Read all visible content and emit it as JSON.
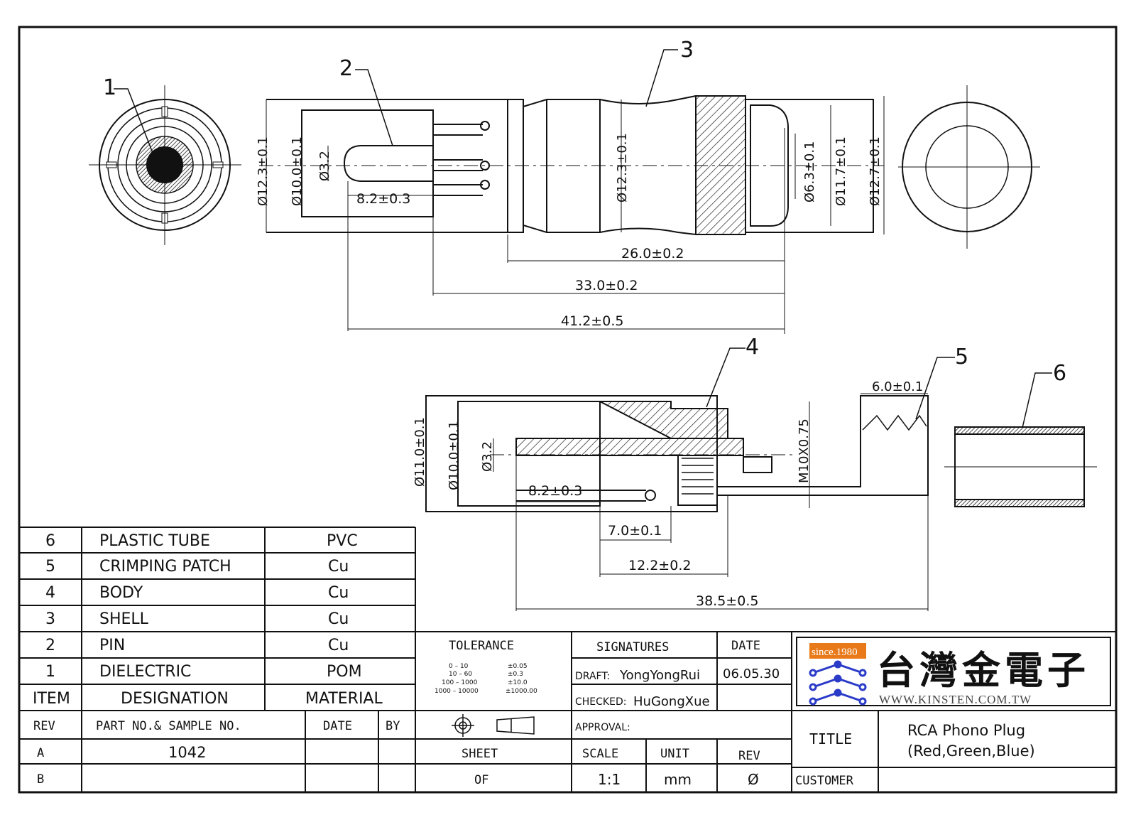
{
  "balloons": [
    "1",
    "2",
    "3",
    "4",
    "5",
    "6"
  ],
  "dims_top": {
    "d12_3_left": "Ø12.3±0.1",
    "d10_0": "Ø10.0±0.1",
    "d3_2": "Ø3.2",
    "len8_2": "8.2±0.3",
    "d12_3_mid": "Ø12.3±0.1",
    "d6_3": "Ø6.3±0.1",
    "d11_7": "Ø11.7±0.1",
    "d12_7": "Ø12.7±0.1",
    "len26": "26.0±0.2",
    "len33": "33.0±0.2",
    "len41": "41.2±0.5"
  },
  "dims_bottom": {
    "d11_0": "Ø11.0±0.1",
    "d10_0": "Ø10.0±0.1",
    "d3_2": "Ø3.2",
    "len8_2": "8.2±0.3",
    "len7_0": "7.0±0.1",
    "len12_2": "12.2±0.2",
    "len38_5": "38.5±0.5",
    "thread": "M10X0.75",
    "len6_0": "6.0±0.1"
  },
  "bom": {
    "rows": [
      {
        "item": "6",
        "designation": "PLASTIC TUBE",
        "material": "PVC"
      },
      {
        "item": "5",
        "designation": "CRIMPING PATCH",
        "material": "Cu"
      },
      {
        "item": "4",
        "designation": "BODY",
        "material": "Cu"
      },
      {
        "item": "3",
        "designation": "SHELL",
        "material": "Cu"
      },
      {
        "item": "2",
        "designation": "PIN",
        "material": "Cu"
      },
      {
        "item": "1",
        "designation": "DIELECTRIC",
        "material": "POM"
      }
    ],
    "header": {
      "item": "ITEM",
      "designation": "DESIGNATION",
      "material": "MATERIAL"
    }
  },
  "rev_table": {
    "header": {
      "rev": "REV",
      "part": "PART NO.& SAMPLE NO.",
      "date": "DATE",
      "by": "BY"
    },
    "rows": [
      {
        "rev": "A",
        "part": "1042",
        "date": "",
        "by": ""
      },
      {
        "rev": "B",
        "part": "",
        "date": "",
        "by": ""
      }
    ]
  },
  "tolerance": {
    "title": "TOLERANCE",
    "ranges": [
      "0 – 10",
      "10 – 60",
      "100 – 1000",
      "1000 – 10000"
    ],
    "values": [
      "±0.05",
      "±0.3",
      "±10.0",
      "±1000.00"
    ],
    "sheet": "SHEET",
    "of": "OF"
  },
  "signatures": {
    "title": "SIGNATURES",
    "date_label": "DATE",
    "draft_label": "DRAFT:",
    "draft_name": "YongYongRui",
    "draft_date": "06.05.30",
    "checked_label": "CHECKED:",
    "checked_name": "HuGongXue",
    "approval_label": "APPROVAL:"
  },
  "scale_block": {
    "scale_label": "SCALE",
    "unit_label": "UNIT",
    "rev_label": "REV",
    "scale": "1:1",
    "unit": "mm",
    "rev": "Ø"
  },
  "company": {
    "since": "since.1980",
    "name_cn": "台灣金電子",
    "url": "WWW.KINSTEN.COM.TW",
    "colors": {
      "brand_blue": "#2a3bc8",
      "brand_orange": "#e87a1a"
    }
  },
  "title_block": {
    "title_label": "TITLE",
    "title_line1": "RCA Phono Plug",
    "title_line2": "(Red,Green,Blue)",
    "customer_label": "CUSTOMER",
    "customer": ""
  }
}
